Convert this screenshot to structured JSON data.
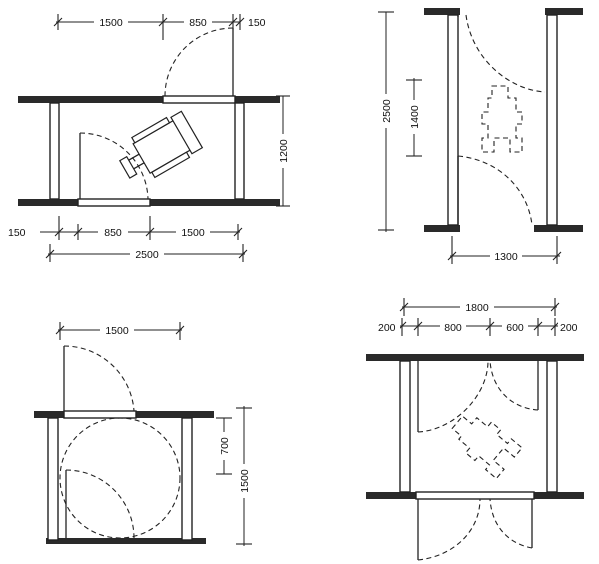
{
  "plans": {
    "a": {
      "top_left": "1500",
      "top_mid": "850",
      "top_right": "150",
      "right_height": "1200",
      "bottom_left": "150",
      "bottom_mid": "850",
      "bottom_right": "1500",
      "overall": "2500"
    },
    "b": {
      "left_outer": "2500",
      "left_inner": "1400",
      "bottom": "1300"
    },
    "c": {
      "top": "1500",
      "right_inner": "700",
      "right_outer": "1500"
    },
    "d": {
      "top_overall": "1800",
      "seg_1": "200",
      "seg_2": "800",
      "seg_3": "600",
      "seg_4": "200"
    }
  }
}
